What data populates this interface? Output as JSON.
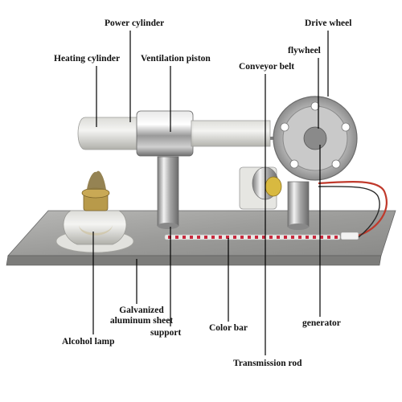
{
  "labels": {
    "power_cylinder": "Power cylinder",
    "drive_wheel": "Drive wheel",
    "flywheel": "flywheel",
    "heating_cylinder": "Heating cylinder",
    "ventilation_piston": "Ventilation piston",
    "conveyor_belt": "Conveyor belt",
    "galvanized_line1": "Galvanized",
    "galvanized_line2": "aluminum sheet",
    "alcohol_lamp": "Alcohol lamp",
    "support": "support",
    "color_bar": "Color bar",
    "generator": "generator",
    "transmission_rod": "Transmission rod"
  },
  "colors": {
    "background": "#ffffff",
    "leader_line": "#000000",
    "base_plate": "#9a9a98",
    "led_strip": "#c8283c",
    "wire_red": "#c0392b",
    "lamp_brass": "#a8842c"
  }
}
